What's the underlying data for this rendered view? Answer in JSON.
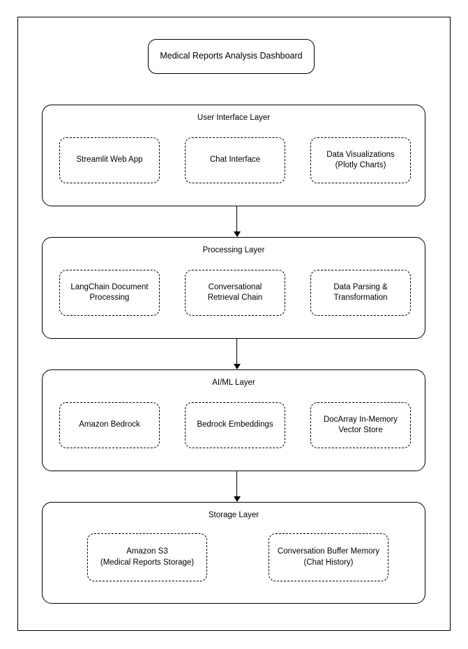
{
  "diagram": {
    "title": "Medical Reports Analysis Dashboard",
    "layers": [
      {
        "name": "User Interface Layer",
        "nodes": [
          {
            "label": "Streamlit Web App"
          },
          {
            "label": "Chat Interface"
          },
          {
            "label": "Data Visualizations\n(Plotly Charts)"
          }
        ]
      },
      {
        "name": "Processing Layer",
        "nodes": [
          {
            "label": "LangChain Document\nProcessing"
          },
          {
            "label": "Conversational\nRetrieval Chain"
          },
          {
            "label": "Data Parsing &\nTransformation"
          }
        ]
      },
      {
        "name": "AI/ML Layer",
        "nodes": [
          {
            "label": "Amazon Bedrock"
          },
          {
            "label": "Bedrock Embeddings"
          },
          {
            "label": "DocArray In-Memory\nVector Store"
          }
        ]
      },
      {
        "name": "Storage Layer",
        "nodes": [
          {
            "label": "Amazon S3\n(Medical Reports Storage)"
          },
          {
            "label": "Conversation Buffer Memory\n(Chat History)"
          }
        ]
      }
    ],
    "connectors": [
      {
        "from": "User Interface Layer",
        "to": "Processing Layer",
        "direction": "down"
      },
      {
        "from": "Processing Layer",
        "to": "AI/ML Layer",
        "direction": "down"
      },
      {
        "from": "AI/ML Layer",
        "to": "Storage Layer",
        "direction": "down"
      }
    ],
    "colors": {
      "stroke": "#000000",
      "background": "#ffffff",
      "text": "#000000"
    }
  }
}
